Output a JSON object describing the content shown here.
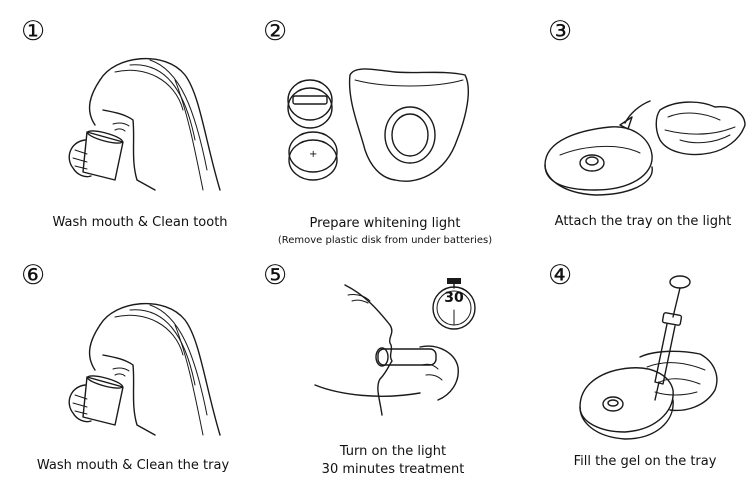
{
  "steps": [
    {
      "num": "①",
      "caption": "Wash mouth & Clean tooth"
    },
    {
      "num": "②",
      "caption": "Prepare whitening light",
      "note": "(Remove plastic disk from under batteries)"
    },
    {
      "num": "③",
      "caption": "Attach the tray on the light"
    },
    {
      "num": "⑥",
      "caption": "Wash mouth & Clean the tray"
    },
    {
      "num": "⑤",
      "caption_line1": "Turn on the light",
      "caption_line2": "30 minutes treatment",
      "timer": "30"
    },
    {
      "num": "④",
      "caption": "Fill the gel on the tray"
    }
  ],
  "icons": {
    "step1": "woman-drinking-icon",
    "step2": "whitening-light-device-icon",
    "step3": "light-with-tray-icon",
    "step4": "syringe-tray-icon",
    "step5": "face-with-light-timer-icon",
    "step6": "woman-drinking-icon"
  }
}
